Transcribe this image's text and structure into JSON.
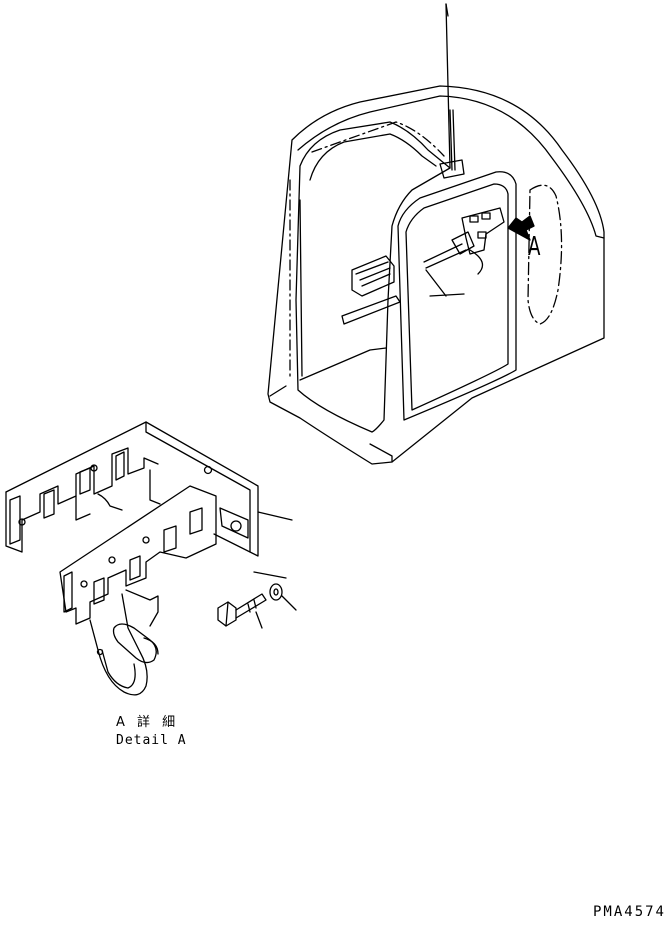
{
  "callout_letter": "A",
  "detail_label_jp": "A 詳 細",
  "detail_label_en": "Detail A",
  "drawing_code": "PMA4574"
}
